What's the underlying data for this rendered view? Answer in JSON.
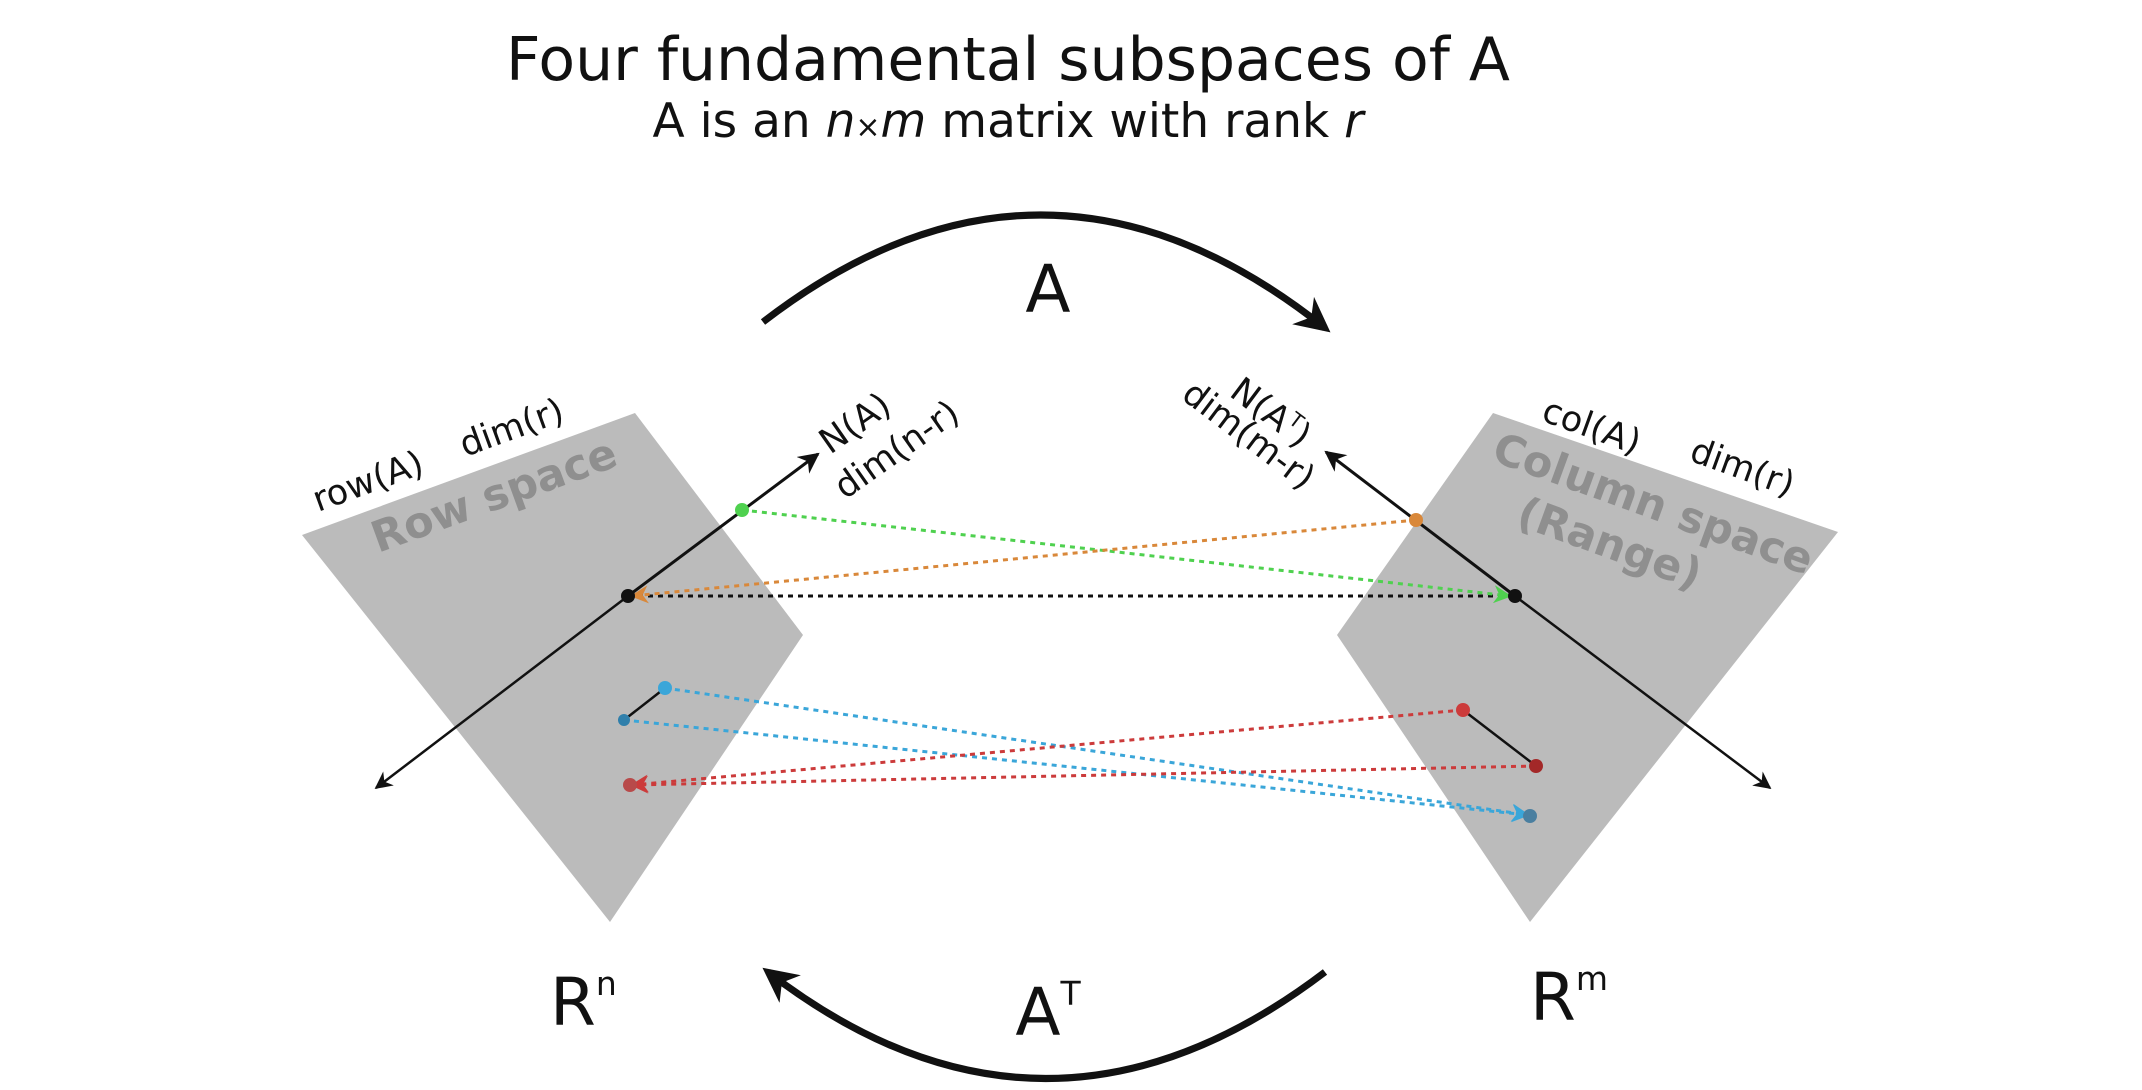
{
  "title": "Four fundamental subspaces of A",
  "subtitle": {
    "prefix": "A is an ",
    "n": "n",
    "times": "×",
    "m": "m",
    "middle": " matrix with rank ",
    "r": "r"
  },
  "forward_map": {
    "label": "A"
  },
  "backward_map": {
    "base": "A",
    "sup": "T"
  },
  "left_space": {
    "base": "R",
    "sup": "n"
  },
  "right_space": {
    "base": "R",
    "sup": "m"
  },
  "row_space": {
    "name": "Row space",
    "axis_label": "row(A)",
    "dim_label": "dim(r)"
  },
  "null_space": {
    "label": "N(A)",
    "dim_label": "dim(n-r)"
  },
  "column_space": {
    "name_line1": "Column space",
    "name_line2": "(Range)",
    "axis_label": "col(A)",
    "dim_label": "dim(r)"
  },
  "left_null_space": {
    "base": "N(A",
    "sup": "T",
    "close": ")",
    "dim_label": "dim(m-r)"
  },
  "colors": {
    "plane": "#bbbbbb",
    "plane_text": "#8f8f8f",
    "green": "#4fd14f",
    "orange": "#d9883a",
    "blue": "#3aa6d9",
    "red": "#cc3b3b",
    "black": "#111111"
  }
}
